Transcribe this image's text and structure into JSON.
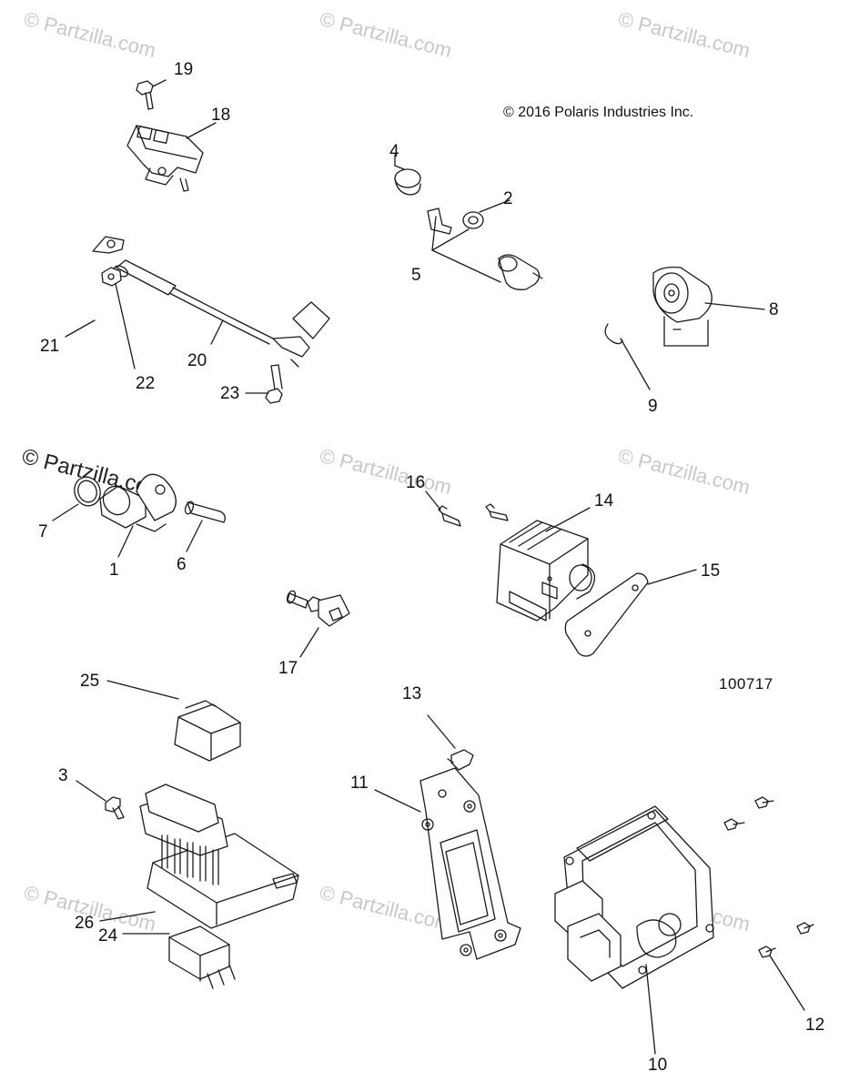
{
  "copyright": "© 2016 Polaris Industries Inc.",
  "diagram_number": "100717",
  "watermark_text": "© Partzilla.com",
  "watermark_prominent_text": "© Partzilla.com",
  "callouts": {
    "c1": "1",
    "c2": "2",
    "c3": "3",
    "c4": "4",
    "c5": "5",
    "c6": "6",
    "c7": "7",
    "c8": "8",
    "c9": "9",
    "c10": "10",
    "c11": "11",
    "c12": "12",
    "c13": "13",
    "c14": "14",
    "c15": "15",
    "c16": "16",
    "c17": "17",
    "c18": "18",
    "c19": "19",
    "c20": "20",
    "c21": "21",
    "c22": "22",
    "c23": "23",
    "c24": "24",
    "c25": "25",
    "c26": "26"
  },
  "colors": {
    "line": "#1a1a1a",
    "watermark": "#c8c8c8"
  }
}
